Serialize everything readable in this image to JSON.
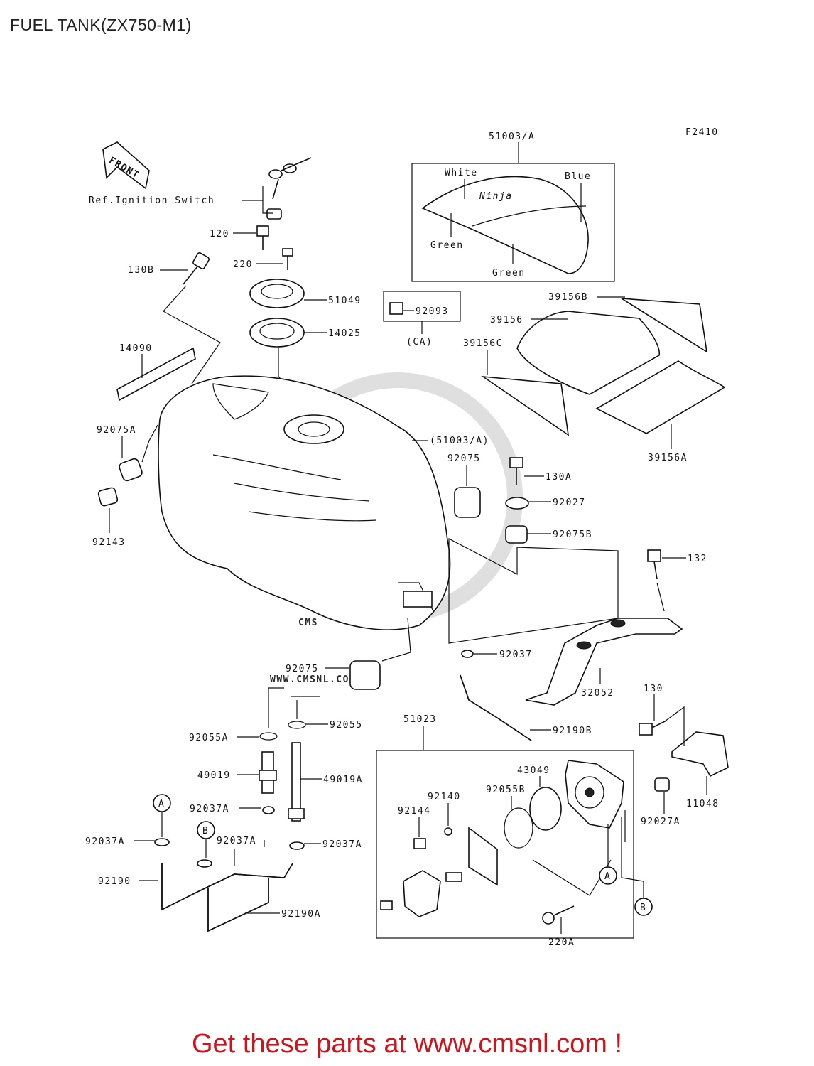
{
  "title": "FUEL TANK(ZX750-M1)",
  "figure_code": "F2410",
  "front_arrow_label": "FRONT",
  "ref_note": "Ref.Ignition Switch",
  "decal_colors": {
    "white": "White",
    "blue": "Blue",
    "green_left": "Green",
    "green_bottom": "Green",
    "logo": "Ninja"
  },
  "watermark": {
    "brand": "CMS",
    "url": "WWW.CMSNL.COM"
  },
  "callout_circles": {
    "a_left": "A",
    "b_left": "B",
    "a_right": "A",
    "b_right": "B"
  },
  "ca_label": "(CA)",
  "part_labels": {
    "p51003a": "51003/A",
    "p120": "120",
    "p220": "220",
    "p130b": "130B",
    "p51049": "51049",
    "p14025": "14025",
    "p92093": "92093",
    "p39156b": "39156B",
    "p39156": "39156",
    "p39156c": "39156C",
    "p14090": "14090",
    "p92075a": "92075A",
    "p51003a_tank": "(51003/A)",
    "p39156a": "39156A",
    "p92075_top": "92075",
    "p130a": "130A",
    "p92027": "92027",
    "p92075b": "92075B",
    "p132": "132",
    "p92143": "92143",
    "p92037": "92037",
    "p92075_bottom": "92075",
    "p32052": "32052",
    "p130": "130",
    "p51023": "51023",
    "p92055a": "92055A",
    "p92055": "92055",
    "p92190b": "92190B",
    "p49019": "49019",
    "p49019a": "49019A",
    "p43049": "43049",
    "p92140": "92140",
    "p92055b": "92055B",
    "p92144": "92144",
    "p11048": "11048",
    "p92037a_1": "92037A",
    "p92027a": "92027A",
    "p92037a_2": "92037A",
    "p92037a_3": "92037A",
    "p92037a_4": "92037A",
    "p92190": "92190",
    "p92190a": "92190A",
    "p220a": "220A"
  },
  "footer_cta": "Get these parts at www.cmsnl.com !"
}
